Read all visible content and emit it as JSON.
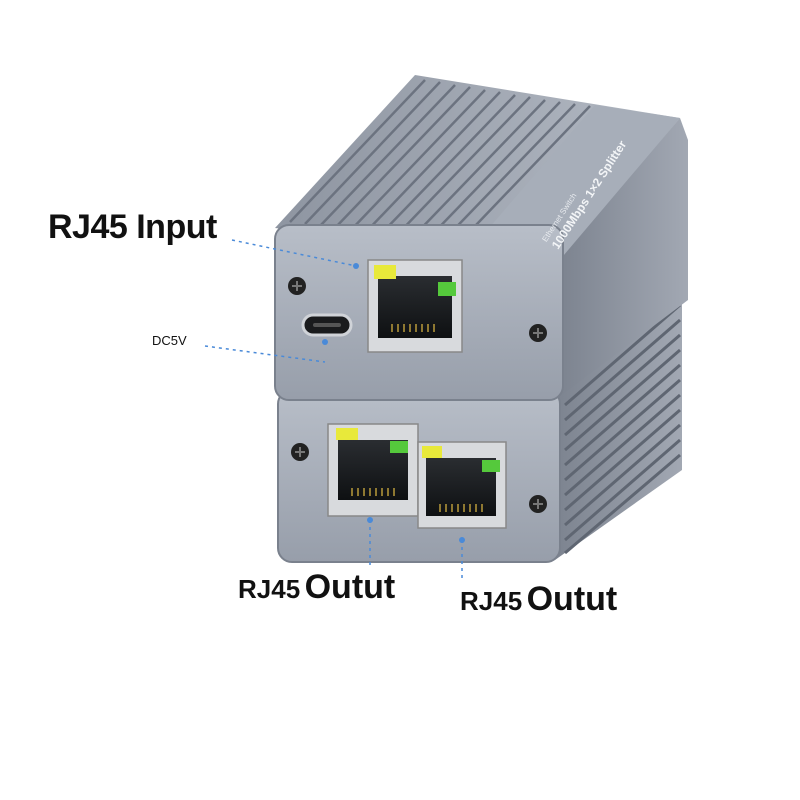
{
  "device": {
    "top_label_line1": "Ethernet Switch",
    "top_label_line2": "1000Mbps 1×2 Splitter"
  },
  "callouts": {
    "input": {
      "text": "RJ45 Input"
    },
    "power": {
      "text": "DC5V"
    },
    "output_left": {
      "prefix": "RJ45",
      "word": "Outut"
    },
    "output_right": {
      "prefix": "RJ45",
      "word": "Outut"
    }
  },
  "colors": {
    "housing": "#9aa1ad",
    "housing_dark": "#7d8491",
    "front_panel": "#a9b0bb",
    "led_yellow": "#e8e93a",
    "led_green": "#55c93c",
    "leader_line": "#4a8ad8"
  }
}
